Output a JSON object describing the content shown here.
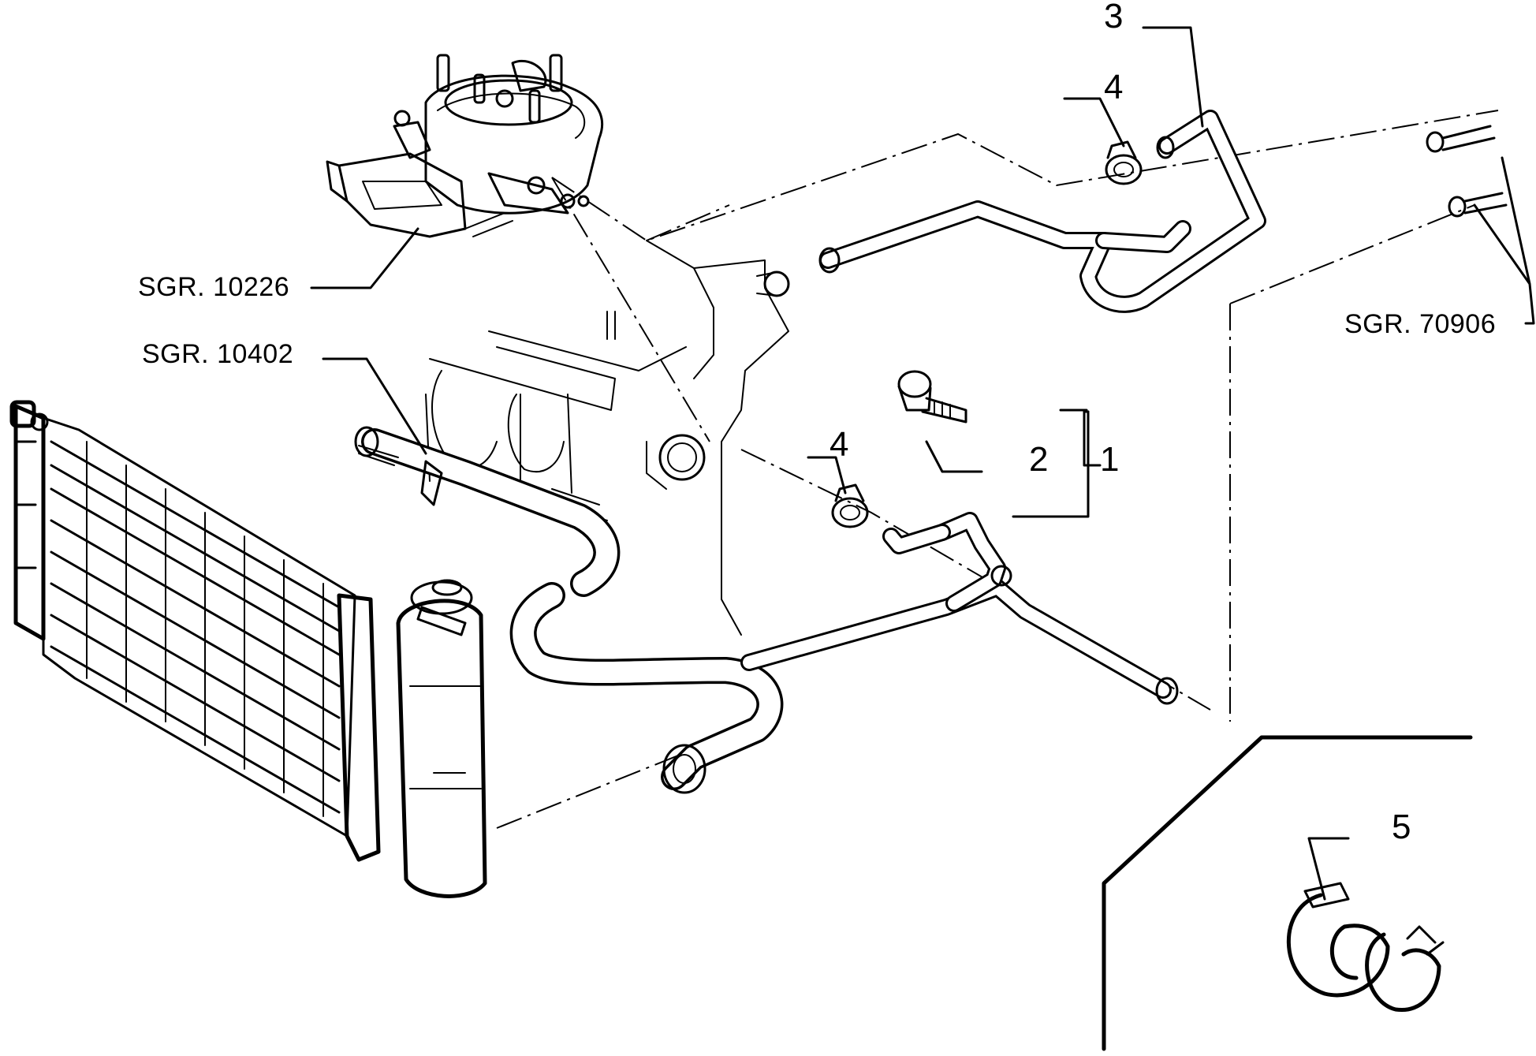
{
  "labels": {
    "ref_carburettor": "SGR. 10226",
    "ref_radiator": "SGR. 10402",
    "ref_heater": "SGR. 70906",
    "part_1": "1",
    "part_2": "2",
    "part_3": "3",
    "part_4_top": "4",
    "part_4_mid": "4",
    "part_5": "5"
  }
}
